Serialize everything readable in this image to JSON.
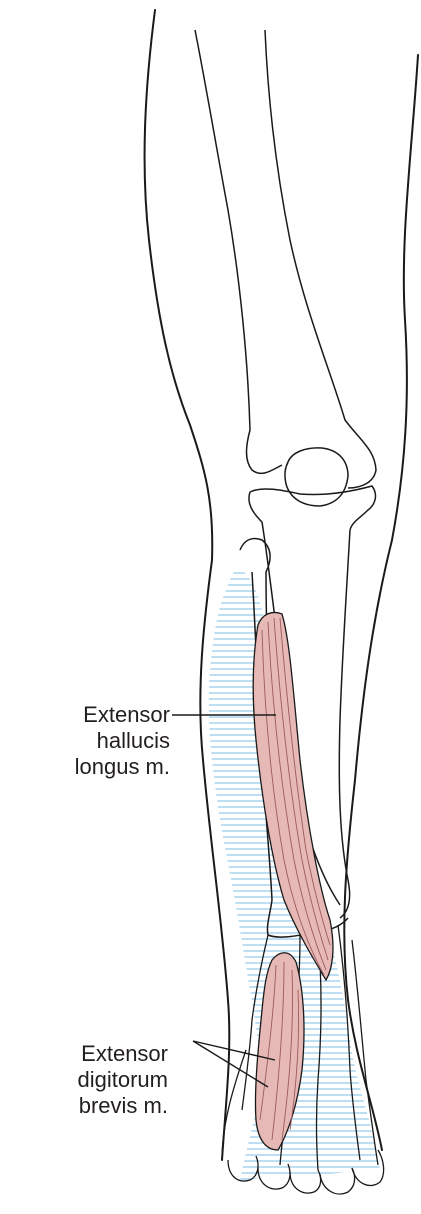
{
  "labels": {
    "extensor_hallucis_longus": [
      "Extensor",
      "hallucis",
      "longus m."
    ],
    "extensor_digitorum_brevis": [
      "Extensor",
      "digitorum",
      "brevis m."
    ]
  },
  "colors": {
    "outline": "#1a1a1a",
    "muscle_fill": "#e6b8b6",
    "muscle_line": "#9b5b5b",
    "hatch": "#6fb6e6",
    "leader": "#1a1a1a"
  }
}
